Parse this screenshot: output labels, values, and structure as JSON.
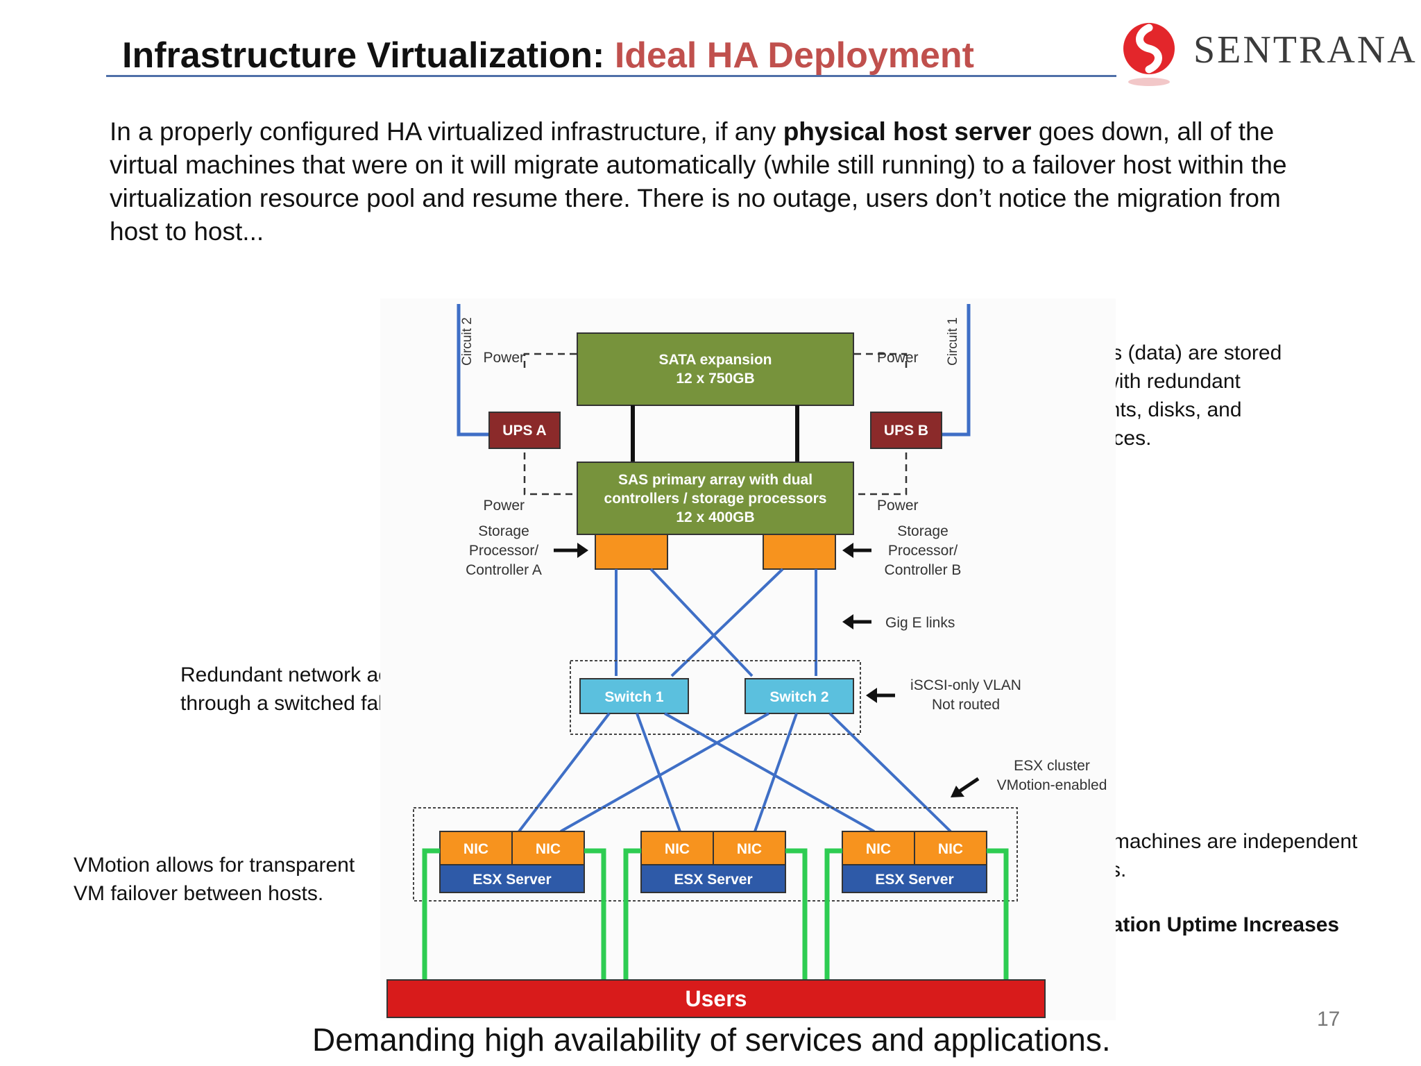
{
  "slide": {
    "title_main": "Infrastructure Virtualization:",
    "title_accent": "Ideal HA Deployment",
    "logo_text": "SENTRANA",
    "intro_part1": "In a properly configured HA virtualized infrastructure, if any ",
    "intro_bold": "physical host server",
    "intro_part2": " goes down, all of the virtual machines that were on it will migrate automatically (while still running) to a failover host within the virtualization resource pool and resume there. There is no outage, users don’t notice the migration from host to host...",
    "note_right_top_1": "Virtual disks (data) are stored",
    "note_right_top_2": "on SANs, with redundant",
    "note_right_top_3": "access points, disks, and",
    "note_right_top_4": "power sources.",
    "note_left_mid_1": "Redundant network access",
    "note_left_mid_2": "through a switched fabric.",
    "note_left_low_1": "VMotion allows for transparent",
    "note_left_low_2": "VM failover between hosts.",
    "note_right_low_1": "Virtual machines are independent",
    "note_right_low_2": "of hosts.",
    "note_right_low_bold": "Application Uptime Increases",
    "bottom_tagline": "Demanding high availability of services and applications.",
    "page_number": "17"
  },
  "diagram": {
    "circuit_left": "Circuit 2",
    "circuit_right": "Circuit 1",
    "power_label": "Power",
    "sata_line1": "SATA expansion",
    "sata_line2": "12 x 750GB",
    "ups_a": "UPS A",
    "ups_b": "UPS B",
    "sas_line1": "SAS primary array with dual",
    "sas_line2": "controllers / storage processors",
    "sas_line3": "12 x 400GB",
    "sp_a_line1": "Storage",
    "sp_a_line2": "Processor/",
    "sp_a_line3": "Controller A",
    "sp_b_line1": "Storage",
    "sp_b_line2": "Processor/",
    "sp_b_line3": "Controller B",
    "gig_e": "Gig E links",
    "switch_1": "Switch 1",
    "switch_2": "Switch 2",
    "vlan_line1": "iSCSI-only VLAN",
    "vlan_line2": "Not routed",
    "esx_cluster_line1": "ESX cluster",
    "esx_cluster_line2": "VMotion-enabled",
    "nic": "NIC",
    "esx_server": "ESX Server",
    "users": "Users",
    "colors": {
      "storage_green": "#77933c",
      "ups_red": "#8b2a2a",
      "controller_orange": "#f7931e",
      "switch_cyan": "#5bc0de",
      "esx_blue": "#2e5aa8",
      "link_blue": "#3f6fc6",
      "user_green": "#2ecc52",
      "users_red": "#d81b1b",
      "accent_red": "#c0504d"
    }
  }
}
